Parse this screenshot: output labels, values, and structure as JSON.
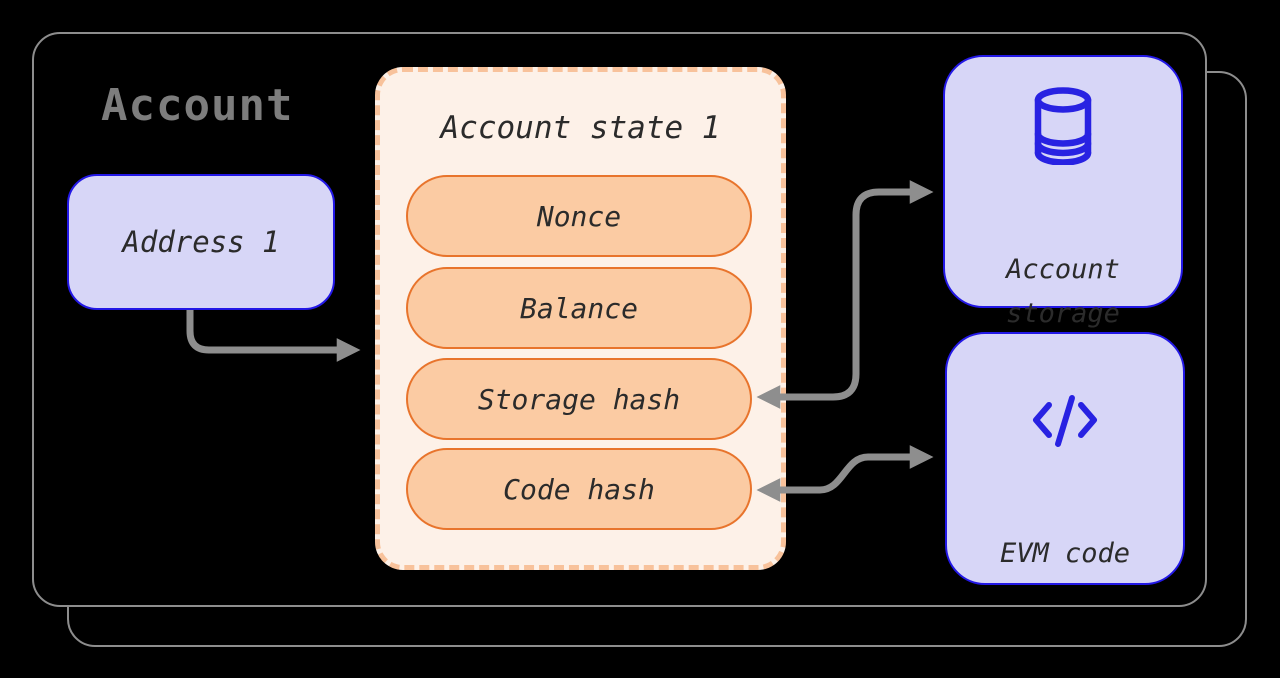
{
  "title": "Account",
  "address_box": {
    "label": "Address 1"
  },
  "state_box": {
    "title": "Account state 1",
    "fields": [
      "Nonce",
      "Balance",
      "Storage hash",
      "Code hash"
    ]
  },
  "storage_box": {
    "icon": "database-icon",
    "label_line1": "Account",
    "label_line2": "storage"
  },
  "evm_box": {
    "icon": "code-icon",
    "label": "EVM code"
  },
  "arrows": [
    {
      "from": "address-box",
      "to": "account-state-box",
      "heads": "end"
    },
    {
      "from": "storage-hash-pill",
      "to": "storage-box",
      "heads": "both"
    },
    {
      "from": "code-hash-pill",
      "to": "evm-box",
      "heads": "both"
    }
  ],
  "colors": {
    "background": "#000000",
    "frame_border": "#8d8d8d",
    "title_gray": "#7d7d7d",
    "node_lavender_fill": "#d7d6f7",
    "node_blue_border": "#2318e6",
    "icon_blue": "#2822e2",
    "state_fill": "#fdf1e8",
    "state_dash_border": "#f8c29b",
    "pill_fill": "#fbcba3",
    "pill_border": "#e8742c",
    "text_dark": "#2b2b2b",
    "arrow_gray": "#8e8e8e"
  }
}
